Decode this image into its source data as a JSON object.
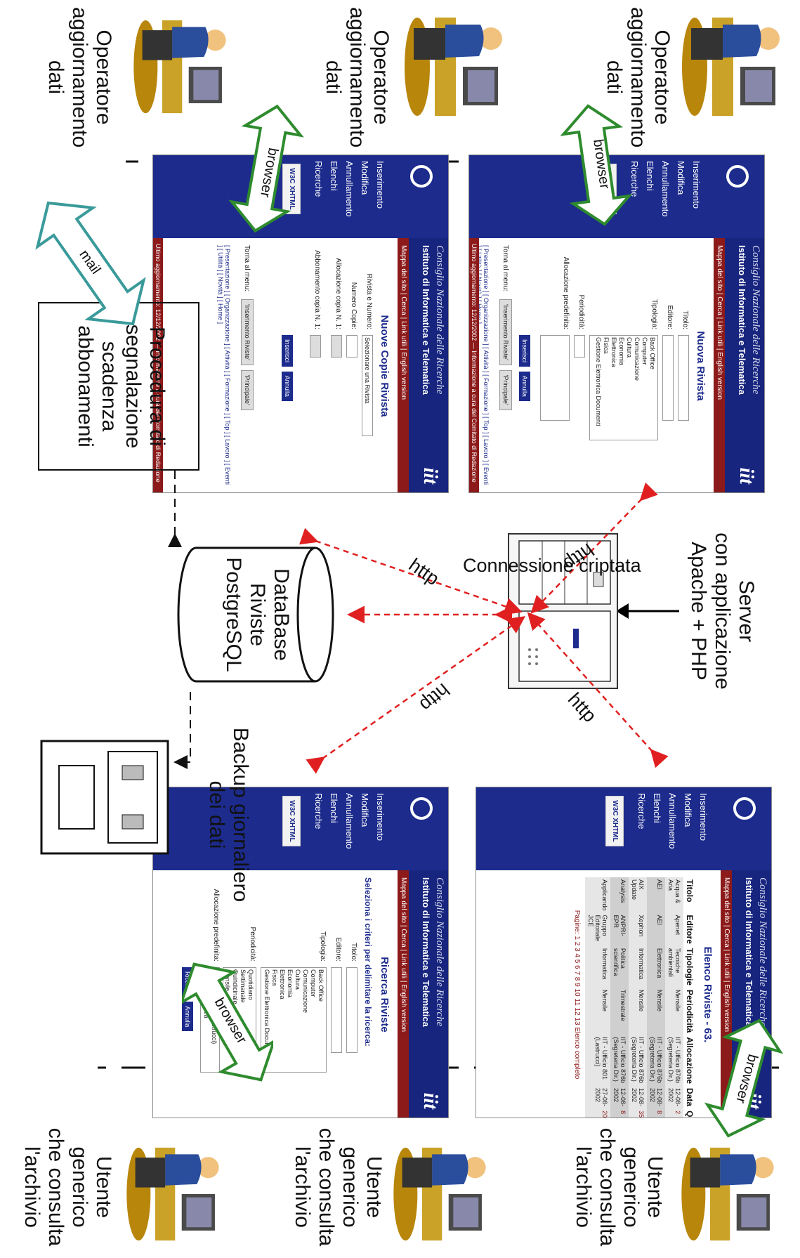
{
  "labels": {
    "utente": [
      "Utente generico",
      "che consulta",
      "l'archivio"
    ],
    "operatore": [
      "Operatore",
      "aggiornamento",
      "dati"
    ],
    "server": [
      "Server",
      "con applicazione",
      "Apache + PHP"
    ],
    "connessione": "Connessione criptata",
    "database": [
      "DataBase",
      "Riviste",
      "PostgreSQL"
    ],
    "backup": [
      "Backup giornaliero",
      "dei dati"
    ],
    "procedura": [
      "Procedura di",
      "segnalazione",
      "scadenza",
      "abbonamenti"
    ],
    "http": "http",
    "browser": "browser",
    "mail": "mail"
  },
  "site": {
    "cnr": "Consiglio Nazionale delle Ricerche",
    "title": "Istituto di Informatica e Telematica",
    "logo": "iit",
    "strip": "Mappa del sito | Cerca | Link utili | English version",
    "menu": [
      "Inserimento",
      "Modifica",
      "Annullamento",
      "Elenchi",
      "Ricerche"
    ],
    "badge": "W3C XHTML 1.0",
    "footer": "Ultimo aggiornamento: 12/12/2002 — Informazione a cura del Comitato di Redazione",
    "links": "[ Presentazione ] [ Organizzazione ] [ Attività ] [ Formazione ] [ Top ] [ Lavoro ] [ Eventi ] [ Utilità ] [ Novità ] [ Home ]"
  },
  "nuova_rivista": {
    "title": "Nuova Rivista",
    "fields": [
      "Titolo:",
      "Editore:",
      "Tipologia:",
      "Periodicità:",
      "Allocazione predefinita:"
    ],
    "tipologie": [
      "Back Office",
      "Computer",
      "Comunicazione",
      "Cultura",
      "Economia",
      "Elettronica",
      "Fisica",
      "Gestione Elettronica Documenti"
    ],
    "buttons": [
      "Inserisci",
      "Annulla"
    ],
    "torna": "Torna al menu:",
    "menu_buttons": [
      "'Inserimento Riviste'",
      "'Principale'"
    ]
  },
  "nuove_copie": {
    "title": "Nuove Copie Rivista",
    "fields": [
      "Rivista e Numero:",
      "Numero Copie:",
      "Allocazione copia N. 1:",
      "Abbonamento copia N. 1:"
    ],
    "select_value": "Selezionare una Rivista",
    "buttons": [
      "Inserisci",
      "Annulla"
    ],
    "torna": "Torna al menu:",
    "menu_buttons": [
      "'Inserimento Riviste'",
      "'Principale'"
    ]
  },
  "elenco": {
    "title": "Elenco Riviste - 63.",
    "columns": [
      "Titolo",
      "Editore",
      "Tipologie",
      "Periodicità",
      "Allocazione",
      "Data",
      "Q.ta"
    ],
    "rows": [
      [
        "Acqua & Aria",
        "Apenet",
        "Tecniche ambientali",
        "Mensile",
        "IIT - Ufficio 876b (Segreteria Dir.)",
        "12-08-2002",
        "2"
      ],
      [
        "AEI",
        "AEI",
        "Elettronica",
        "Mensile",
        "IIT - Ufficio 876b (Segreteria Dir.)",
        "12-08-2002",
        "8"
      ],
      [
        "AIX Update",
        "Xephon",
        "Informatica",
        "Mensile",
        "IIT - Ufficio 876b (Segreteria Dir.)",
        "12-08-2002",
        "35"
      ],
      [
        "Analysis",
        "ANPRI-EPR",
        "Politica scientifica",
        "Trimestrale",
        "IIT - Ufficio 876b (Segreteria Dir.)",
        "12-08-2002",
        "8"
      ],
      [
        "Applicando",
        "Gruppo Editoriale JCE",
        "Informatica",
        "Mensile",
        "IIT - Ufficio 801 (Lastrucci)",
        "27-08-2002",
        "20"
      ]
    ],
    "pages": "Pagine: 1 2 3 4 5 6 7 8 9 10 11 12 13 Elenco completo"
  },
  "ricerca": {
    "title": "Ricerca Riviste",
    "subtitle": "Seleziona i criteri per delimitare la ricerca:",
    "fields": [
      "Titolo:",
      "Editore:",
      "Tipologia:",
      "Periodicità:",
      "Allocazione predefinita:"
    ],
    "tipologie": [
      "Back Office",
      "Computer",
      "Comunicazione",
      "Cultura",
      "Economia",
      "Elettronica",
      "Fisica",
      "Gestione Elettronica Documenti"
    ],
    "periodicita": [
      "Quotidiano",
      "Settimanale",
      "Quindicinale",
      "Mensile"
    ],
    "allocazioni": [
      "IIT - Ufficio B01 (Lastrucci)",
      "Biblioteca di Area"
    ],
    "buttons": [
      "Ricerca",
      "Annulla"
    ]
  },
  "colors": {
    "arrow_red": "#e02020",
    "green": "#2e8b2e",
    "teal": "#3a9a9a",
    "iit_blue": "#1c2b8c",
    "iit_red": "#8c1a1a"
  }
}
